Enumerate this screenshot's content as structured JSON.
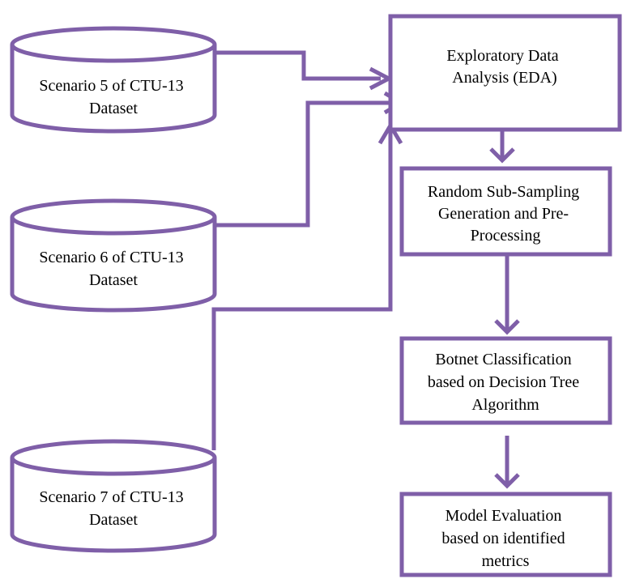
{
  "colors": {
    "stroke": "#7f5fa8",
    "text": "#000000",
    "background": "#ffffff"
  },
  "datasets": [
    {
      "line1": "Scenario 5 of CTU-13",
      "line2": "Dataset"
    },
    {
      "line1": "Scenario 6 of CTU-13",
      "line2": "Dataset"
    },
    {
      "line1": "Scenario 7 of CTU-13",
      "line2": "Dataset"
    }
  ],
  "steps": [
    {
      "lines": [
        "Exploratory Data",
        "Analysis (EDA)"
      ]
    },
    {
      "lines": [
        "Random Sub-Sampling",
        "Generation and Pre-",
        "Processing"
      ]
    },
    {
      "lines": [
        "Botnet Classification",
        "based on Decision Tree",
        "Algorithm"
      ]
    },
    {
      "lines": [
        "Model Evaluation",
        "based on identified",
        "metrics"
      ]
    }
  ]
}
